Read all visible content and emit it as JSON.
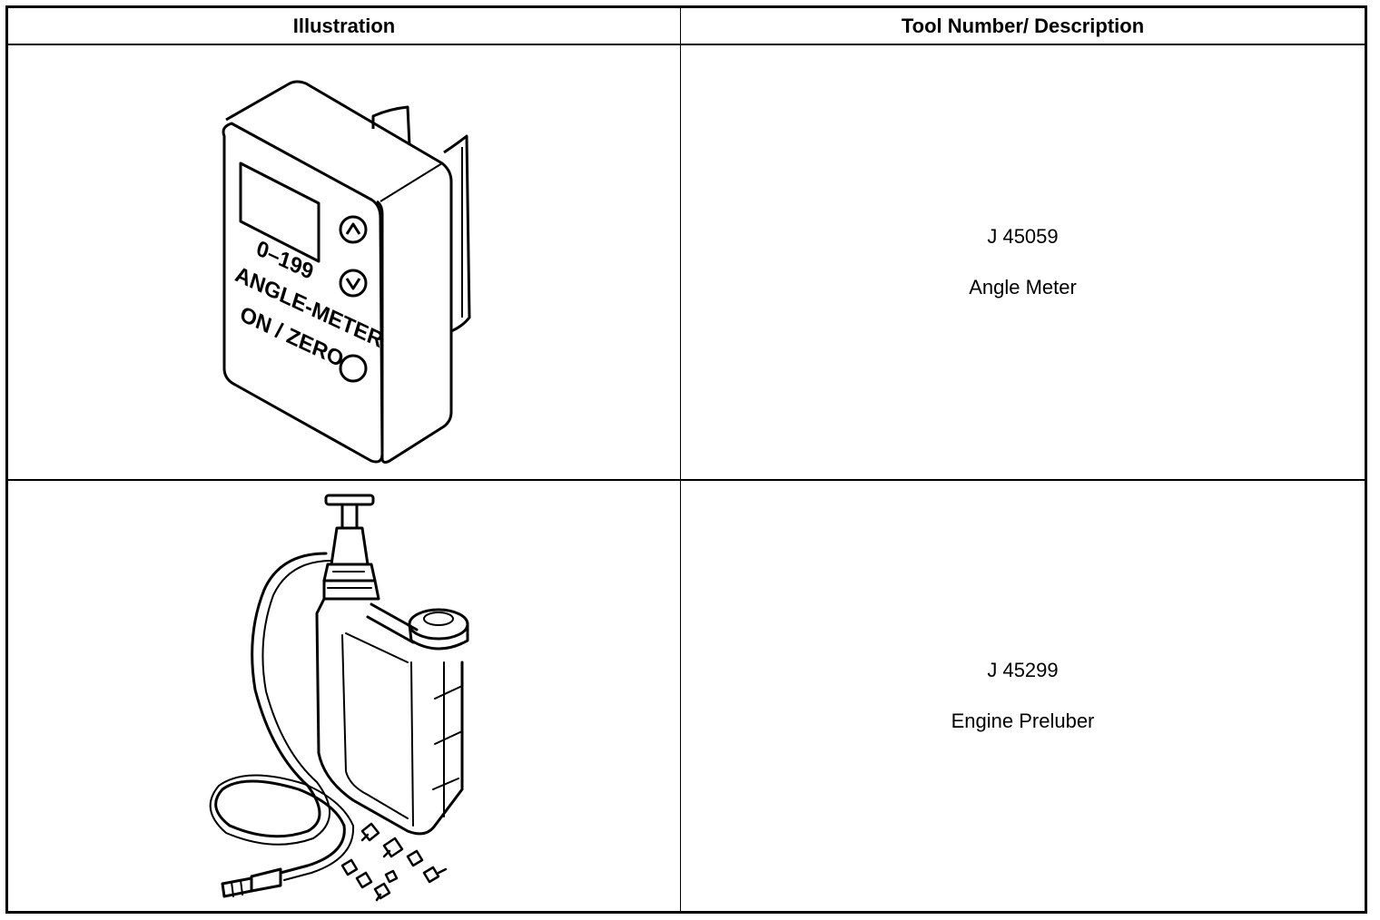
{
  "table": {
    "headers": [
      "Illustration",
      "Tool Number/ Description"
    ],
    "rows": [
      {
        "tool_number": "J 45059",
        "description": "Angle Meter",
        "illustration_text": {
          "range": "0–199",
          "name": "ANGLE-METER",
          "button": "ON / ZERO"
        }
      },
      {
        "tool_number": "J 45299",
        "description": "Engine Preluber"
      }
    ]
  }
}
